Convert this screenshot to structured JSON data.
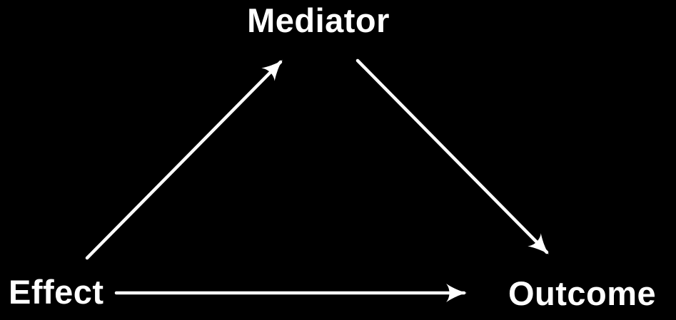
{
  "diagram": {
    "type": "mediation-model",
    "nodes": [
      {
        "id": "mediator",
        "label": "Mediator",
        "position": "top-center"
      },
      {
        "id": "effect",
        "label": "Effect",
        "position": "bottom-left"
      },
      {
        "id": "outcome",
        "label": "Outcome",
        "position": "bottom-right"
      }
    ],
    "edges": [
      {
        "from": "effect",
        "to": "mediator",
        "style": "arrow"
      },
      {
        "from": "mediator",
        "to": "outcome",
        "style": "arrow"
      },
      {
        "from": "effect",
        "to": "outcome",
        "style": "arrow"
      }
    ],
    "colors": {
      "background": "#000000",
      "foreground": "#ffffff"
    }
  }
}
